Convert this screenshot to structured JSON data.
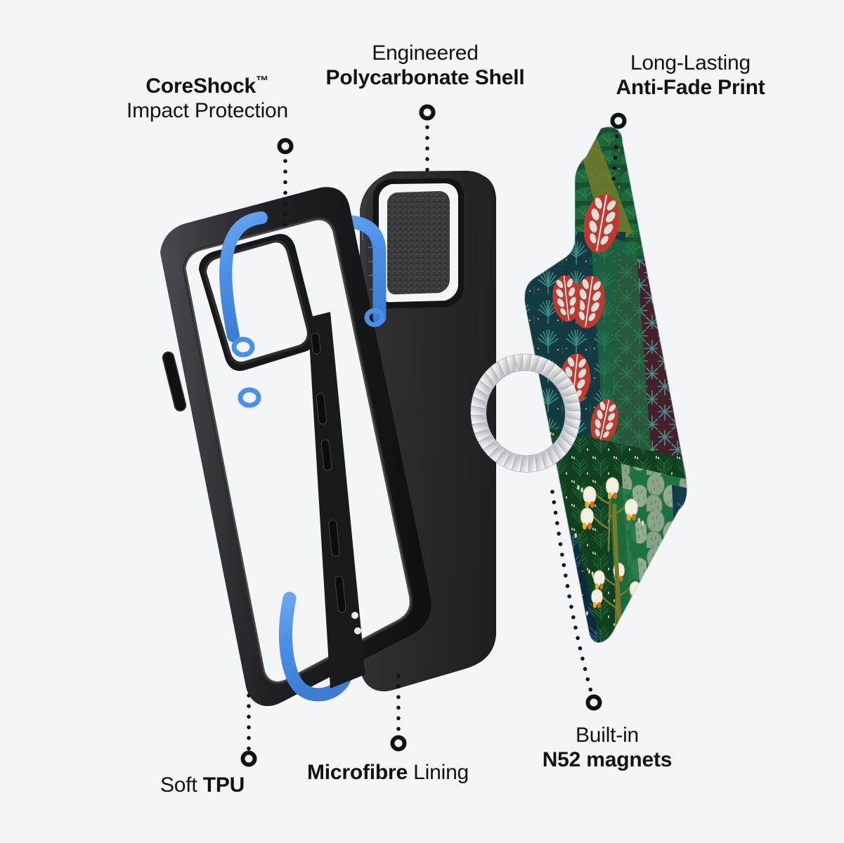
{
  "page": {
    "background_color": "#f4f5f7",
    "text_color": "#111214",
    "type": "product-exploded-view-infographic"
  },
  "callouts": [
    {
      "id": "coreshock",
      "line1": "CoreShock",
      "line1_suffix": "™",
      "line2": "Impact Protection",
      "line1_weight": "bold",
      "line2_weight": "regular",
      "target": "tpu-bumper-frame"
    },
    {
      "id": "polycarbonate-shell",
      "line1": "Engineered",
      "line2": "Polycarbonate Shell",
      "line1_weight": "regular",
      "line2_weight": "bold",
      "target": "black-shell"
    },
    {
      "id": "anti-fade-print",
      "line1": "Long-Lasting",
      "line2": "Anti-Fade Print",
      "line1_weight": "regular",
      "line2_weight": "bold",
      "target": "printed-back-panel"
    },
    {
      "id": "soft-tpu",
      "line1": "Soft ",
      "line2": "TPU",
      "line1_weight": "regular",
      "line2_weight": "bold",
      "target": "tpu-bumper-bottom"
    },
    {
      "id": "microfibre-lining",
      "line1": "Microfibre",
      "line2": " Lining",
      "line1_weight": "bold",
      "line2_weight": "regular",
      "target": "microfibre-interior"
    },
    {
      "id": "n52-magnets",
      "line1": "Built-in",
      "line2": "N52 magnets",
      "line1_weight": "regular",
      "line2_weight": "bold",
      "target": "magsafe-magnet-ring"
    }
  ],
  "layers": [
    {
      "id": "tpu-bumper",
      "name": "Soft TPU bumper frame",
      "colors": {
        "body": "#1d1d1f",
        "accent": "#4a8fe8",
        "highlight": "#5b99ec"
      }
    },
    {
      "id": "black-shell",
      "name": "Polycarbonate shell with microfibre lining",
      "colors": {
        "shell": "#2a2a2c",
        "lining": "#3a3a3c",
        "magnet_ring": "#d9dade"
      }
    },
    {
      "id": "printed-panel",
      "name": "Printed back panel",
      "colors": {
        "green_dark": "#14492f",
        "green_mid": "#1f6b42",
        "teal_dark": "#113b42",
        "red_pod": "#c0392f",
        "maroon": "#4a1f26",
        "sage": "#8fa98c",
        "flower": "#f2efdf",
        "yellow": "#e8b422",
        "olive": "#6e7a2a"
      }
    }
  ],
  "leader_lines": {
    "dot_color": "#111214",
    "style": "dotted-with-ring-endpoint"
  }
}
